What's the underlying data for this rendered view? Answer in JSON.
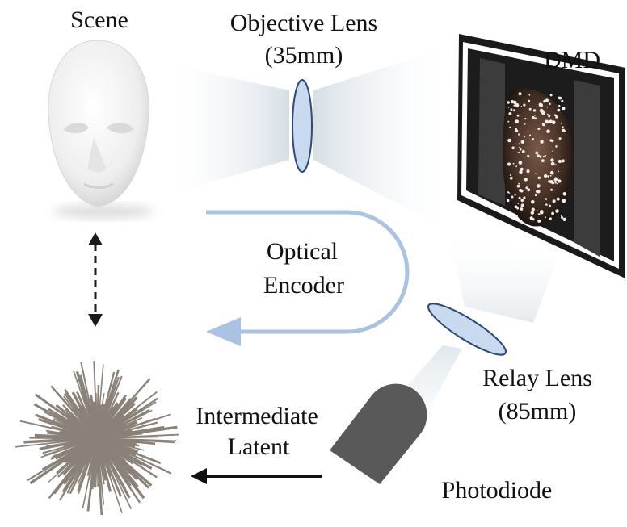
{
  "labels": {
    "scene": "Scene",
    "objective_lens_line1": "Objective Lens",
    "objective_lens_line2": "(35mm)",
    "dmd": "DMD",
    "optical_encoder_line1": "Optical",
    "optical_encoder_line2": "Encoder",
    "relay_lens_line1": "Relay Lens",
    "relay_lens_line2": "(85mm)",
    "intermediate_latent_line1": "Intermediate",
    "latent_line2": "Latent",
    "photodiode": "Photodiode"
  },
  "colors": {
    "lens_fill": "#c9daf0",
    "lens_stroke": "#2a4a7a",
    "beam": "#dfe6ec",
    "encoder_arrow": "#aac3e2",
    "photodiode": "#595959",
    "latent_rays": "#8a8178",
    "dashed_arrow": "#1a1a1a"
  }
}
